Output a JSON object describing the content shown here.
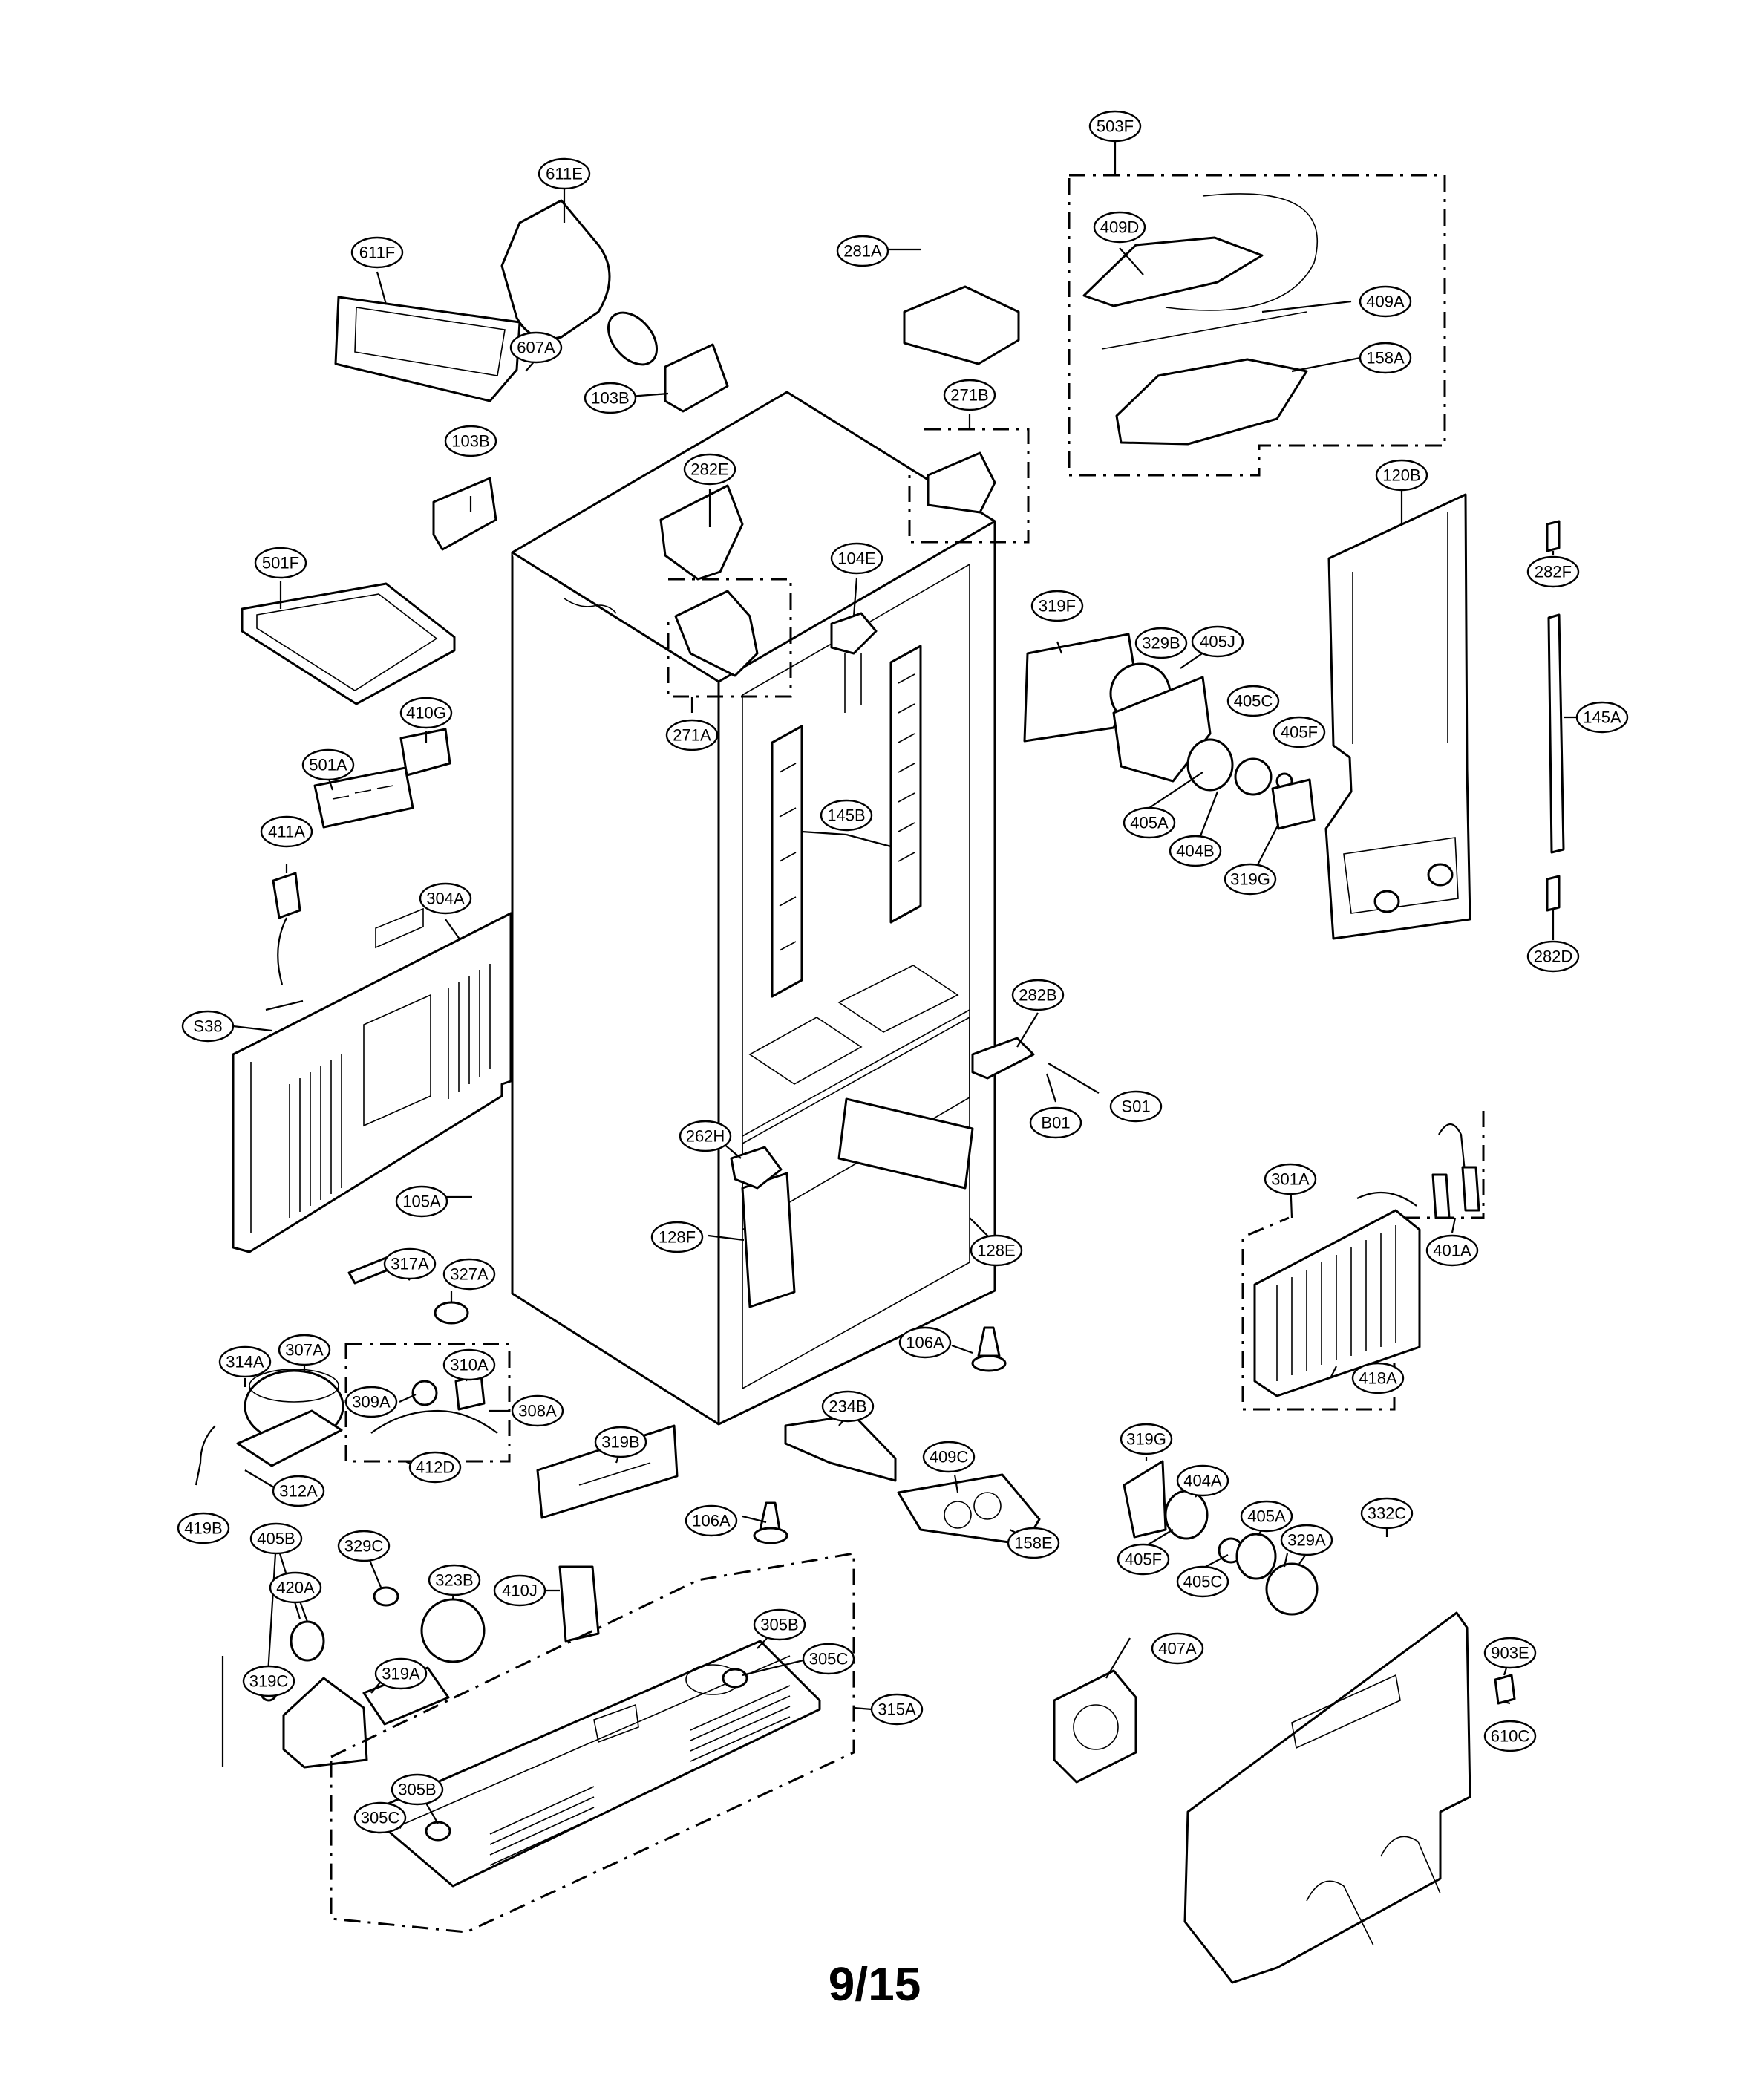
{
  "page_number": "9/15",
  "part_labels": [
    "503F",
    "611E",
    "281A",
    "409D",
    "611F",
    "409A",
    "607A",
    "158A",
    "103B",
    "271B",
    "103B",
    "282E",
    "120B",
    "104E",
    "282F",
    "501F",
    "319F",
    "329B",
    "405J",
    "405C",
    "271A",
    "405F",
    "410G",
    "145A",
    "501A",
    "405A",
    "145B",
    "411A",
    "404B",
    "319G",
    "282D",
    "304A",
    "S38",
    "282B",
    "S01",
    "B01",
    "262H",
    "301A",
    "105A",
    "401A",
    "128F",
    "128E",
    "317A",
    "327A",
    "106A",
    "418A",
    "314A",
    "307A",
    "310A",
    "309A",
    "308A",
    "234B",
    "319B",
    "412D",
    "312A",
    "409C",
    "319G",
    "404A",
    "419B",
    "106A",
    "158E",
    "405A",
    "332C",
    "405B",
    "329C",
    "329A",
    "405F",
    "405C",
    "420A",
    "323B",
    "410J",
    "305B",
    "305C",
    "319A",
    "903E",
    "319C",
    "407A",
    "610C",
    "315A",
    "305B",
    "305C"
  ]
}
